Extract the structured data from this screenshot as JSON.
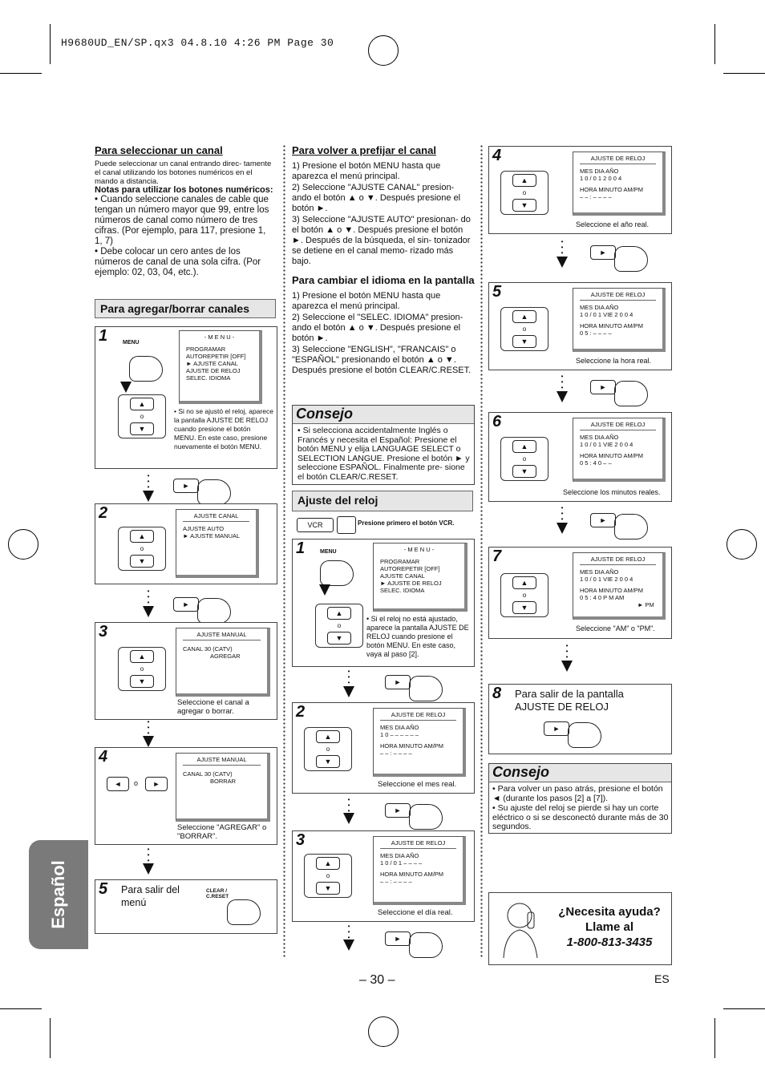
{
  "header": {
    "file_line": "H9680UD_EN/SP.qx3   04.8.10   4:26 PM   Page 30"
  },
  "side_tab": {
    "label": "Español"
  },
  "col1": {
    "select_channel_title": "Para seleccionar un canal",
    "select_channel_text": "Puede seleccionar un canal entrando direc- tamente el canal utilizando los botones numéricos en el mando a distancia.",
    "notes_title": "Notas para utilizar los botones numéricos:",
    "bullet1": "• Cuando seleccione canales de cable que tengan un número mayor que 99, entre los números de canal como número de tres cifras. (Por ejemplo, para 117, presione 1, 1, 7)",
    "bullet2": "• Debe colocar un cero antes de los números de canal de una sola cifra. (Por ejemplo: 02, 03, 04, etc.).",
    "section_title": "Para agregar/borrar canales",
    "step1": {
      "num": "1",
      "menu_label": "MENU",
      "screen_title": "- M E N U -",
      "items": [
        "PROGRAMAR",
        "AUTOREPETIR  [OFF]",
        "► AJUSTE CANAL",
        "AJUSTE DE RELOJ",
        "SELEC. IDIOMA"
      ],
      "note": "• Si no se ajustó el reloj, aparece la pantalla AJUSTE DE RELOJ cuando presione el botón MENU. En este caso, presione nuevamente el botón MENU."
    },
    "step2": {
      "num": "2",
      "screen_title": "AJUSTE CANAL",
      "items": [
        "AJUSTE AUTO",
        "► AJUSTE MANUAL"
      ]
    },
    "step3": {
      "num": "3",
      "screen_title": "AJUSTE MANUAL",
      "line1": "CANAL   30         (CATV)",
      "line2": "AGREGAR",
      "caption": "Seleccione el canal a agregar o borrar."
    },
    "step4": {
      "num": "4",
      "screen_title": "AJUSTE MANUAL",
      "line1": "CANAL   30         (CATV)",
      "line2": "BORRAR",
      "caption": "Seleccione \"AGREGAR\" o \"BORRAR\"."
    },
    "step5": {
      "num": "5",
      "text": "Para salir del menú",
      "button": "CLEAR / C.RESET"
    }
  },
  "col2": {
    "reset_title": "Para volver a prefijar el canal",
    "reset_steps": [
      "1) Presione el botón MENU hasta que aparezca el menú principal.",
      "2) Seleccione \"AJUSTE CANAL\" presion- ando el botón ▲ o ▼. Después presione el botón ►.",
      "3) Seleccione \"AJUSTE AUTO\" presionan- do el botón ▲ o ▼. Después presione el botón ►. Después de la búsqueda, el sin- tonizador se detiene en el canal memo- rizado más bajo."
    ],
    "lang_title": "Para cambiar el idioma en la pantalla",
    "lang_steps": [
      "1) Presione el botón MENU hasta que aparezca el menú principal.",
      "2) Seleccione el \"SELEC. IDIOMA\" presion- ando el botón ▲ o ▼. Después presione el botón ►.",
      "3) Seleccione \"ENGLISH\", \"FRANCAIS\" o \"ESPAÑOL\" presionando el botón ▲ o ▼. Después presione el botón CLEAR/C.RESET."
    ],
    "consejo_title": "Consejo",
    "consejo_text": "• Si selecciona accidentalmente Inglés o Francés y necesita el Español: Presione el botón MENU y elija LANGUAGE SELECT o SELECTION LANGUE. Presione el botón ► y seleccione ESPAÑOL. Finalmente pre- sione el botón CLEAR/C.RESET.",
    "clock_title": "Ajuste del reloj",
    "vcr_note": "Presione primero el botón VCR.",
    "vcr_label": "VCR",
    "step1": {
      "num": "1",
      "menu_label": "MENU",
      "screen_title": "- M E N U -",
      "items": [
        "PROGRAMAR",
        "AUTOREPETIR  [OFF]",
        "AJUSTE CANAL",
        "► AJUSTE DE RELOJ",
        "SELEC. IDIOMA"
      ],
      "note": "• Si el reloj no está ajustado, aparece la pantalla AJUSTE DE RELOJ cuando presione el botón MENU. En este caso, vaya al paso [2]."
    },
    "step2": {
      "num": "2",
      "screen_title": "AJUSTE DE RELOJ",
      "row1": "MES    DIA        AÑO",
      "row2": "1 0   – –       – – – –",
      "row3": "HORA  MINUTO     AM/PM",
      "row4": "– –  :  – –        – –",
      "caption": "Seleccione el mes real."
    },
    "step3": {
      "num": "3",
      "screen_title": "AJUSTE DE RELOJ",
      "row1": "MES    DIA        AÑO",
      "row2": "1 0  /  0 1      – – – –",
      "row3": "HORA  MINUTO     AM/PM",
      "row4": "– –  :  – –        – –",
      "caption": "Seleccione el día real."
    },
    "page_number": "– 30 –"
  },
  "col3": {
    "step4": {
      "num": "4",
      "screen_title": "AJUSTE DE RELOJ",
      "row1": "MES    DIA        AÑO",
      "row2": "1 0  /  0 1       2 0 0 4",
      "row3": "HORA  MINUTO     AM/PM",
      "row4": "– –  :  – –        – –",
      "caption": "Seleccione el año real."
    },
    "step5": {
      "num": "5",
      "screen_title": "AJUSTE DE RELOJ",
      "row1": "MES    DIA        AÑO",
      "row2": "1 0  /  0 1 VIE   2 0 0 4",
      "row3": "HORA  MINUTO     AM/PM",
      "row4": "0 5  :  – –        – –",
      "caption": "Seleccione la hora real."
    },
    "step6": {
      "num": "6",
      "screen_title": "AJUSTE DE RELOJ",
      "row1": "MES    DIA        AÑO",
      "row2": "1 0  /  0 1 VIE   2 0 0 4",
      "row3": "HORA  MINUTO     AM/PM",
      "row4": "0 5  :  4 0        – –",
      "caption": "Seleccione los minutos reales."
    },
    "step7": {
      "num": "7",
      "screen_title": "AJUSTE DE RELOJ",
      "row1": "MES    DIA        AÑO",
      "row2": "1 0  /  0 1 VIE   2 0 0 4",
      "row3": "HORA  MINUTO     AM/PM",
      "row4": "0 5  :  4 0      P M   AM",
      "row5": "► PM",
      "caption": "Seleccione \"AM\" o \"PM\"."
    },
    "step8": {
      "num": "8",
      "text": "Para salir de la pantalla AJUSTE DE RELOJ"
    },
    "consejo_title": "Consejo",
    "consejo_b1": "• Para volver un paso atrás, presione el botón ◄ (durante los pasos [2] a [7]).",
    "consejo_b2": "• Su ajuste del reloj se pierde si hay un corte eléctrico o si se desconectó durante más de 30 segundos.",
    "help_l1": "¿Necesita ayuda?",
    "help_l2": "Llame al",
    "help_phone": "1-800-813-3435",
    "lang_code": "ES"
  },
  "remote": {
    "up": "▲",
    "down": "▼",
    "or": "o",
    "play": "►",
    "left": "◄"
  }
}
